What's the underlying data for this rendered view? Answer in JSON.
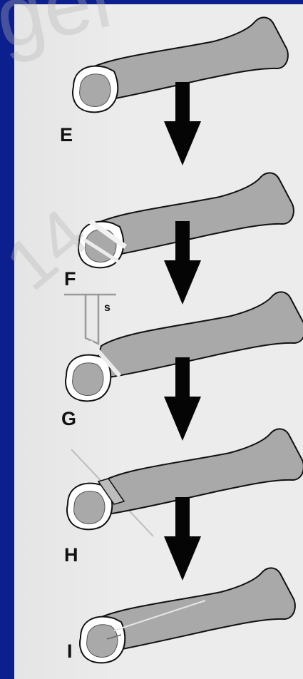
{
  "stages": [
    {
      "label": "E"
    },
    {
      "label": "F"
    },
    {
      "label": "G"
    },
    {
      "label": "H"
    },
    {
      "label": "I"
    }
  ],
  "saw_label": "s",
  "watermark": {
    "top": "ger",
    "side": "14"
  },
  "colors": {
    "frame_blue": "#0b1f8f",
    "panel": "#ececec",
    "bone_fill": "#a9a9a9",
    "outline": "#111111",
    "arrow": "#050505",
    "cut_line": "#bdbdbd"
  }
}
